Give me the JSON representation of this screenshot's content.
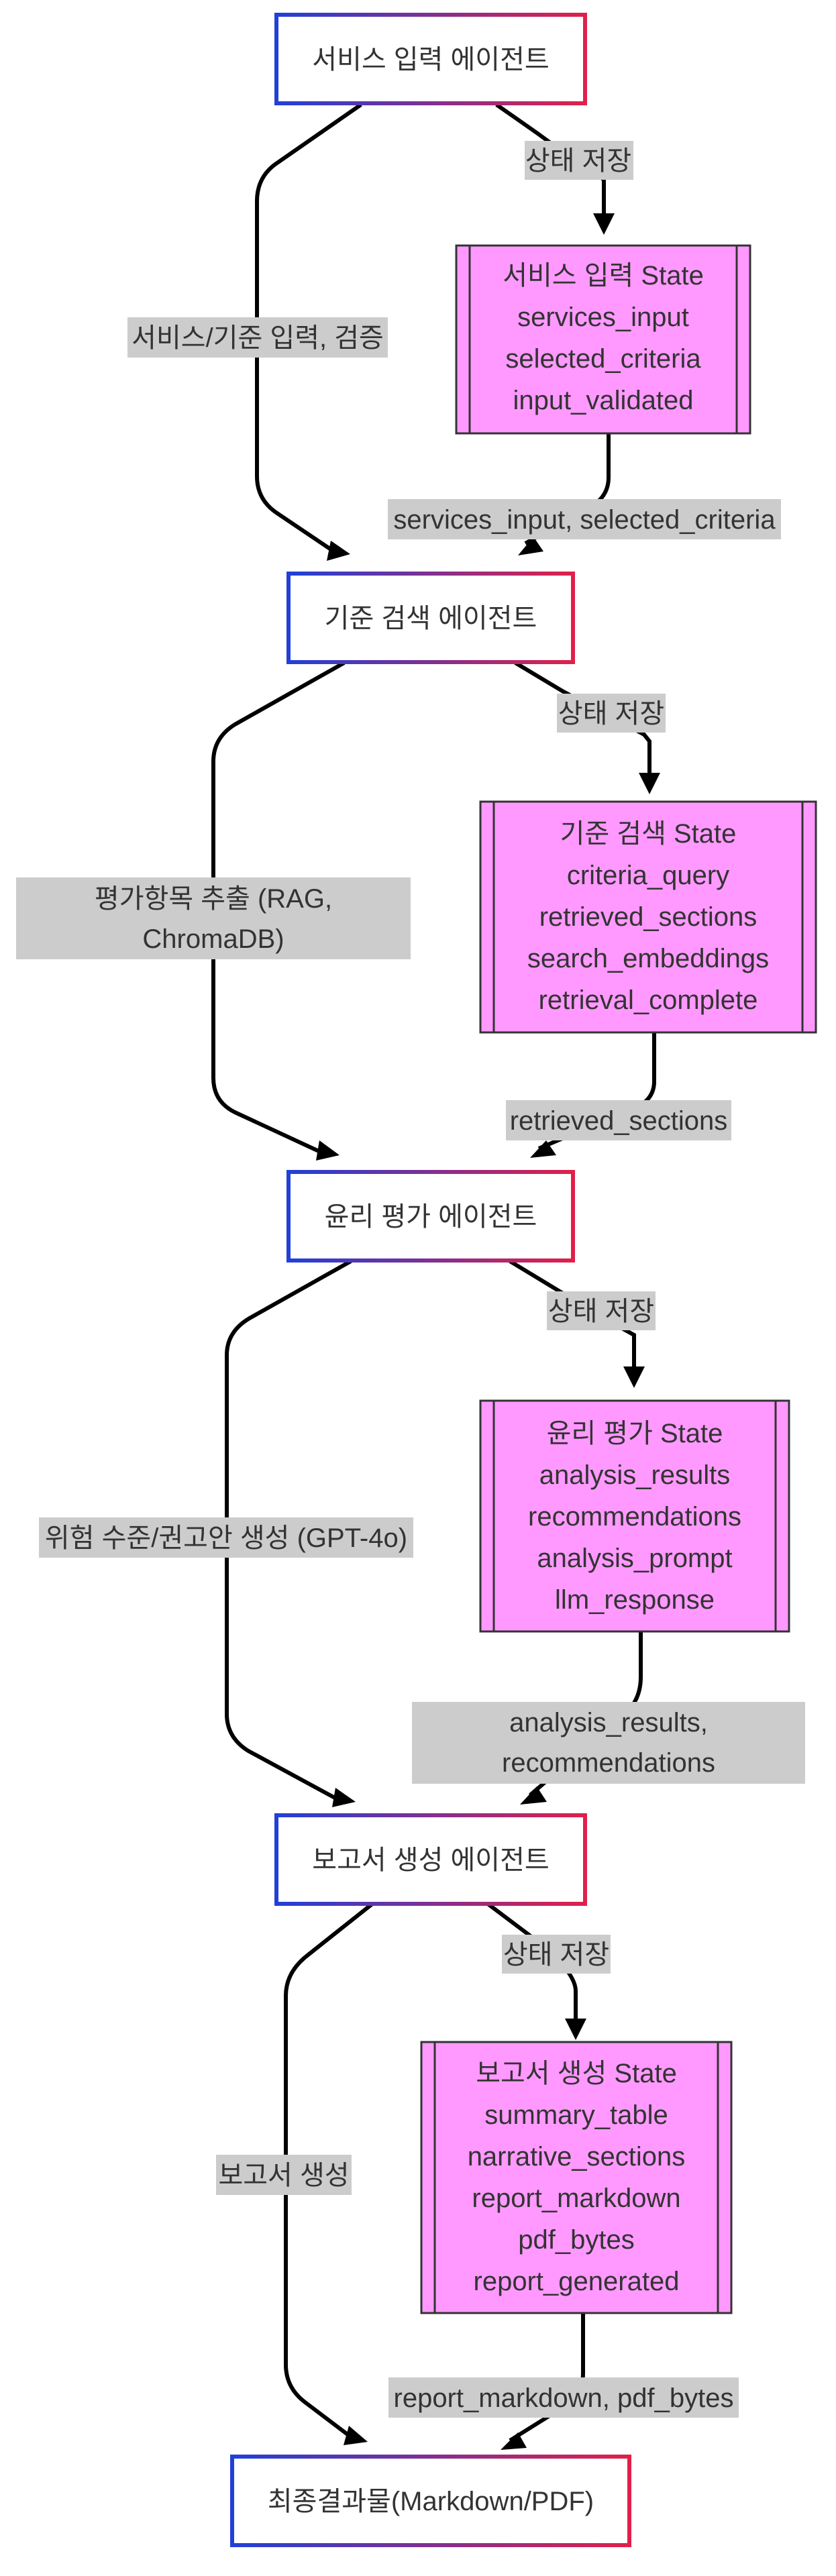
{
  "colors": {
    "agent_gradient_start": "#2040d8",
    "agent_gradient_end": "#e0204a",
    "state_fill": "#ff99ff",
    "edge_label_bg": "#cccccc",
    "edge": "#000000"
  },
  "agents": {
    "service_input": "서비스 입력 에이전트",
    "criteria_search": "기준 검색 에이전트",
    "ethics_eval": "윤리 평가 에이전트",
    "report_gen": "보고서 생성 에이전트",
    "final_output": "최종결과물(Markdown/PDF)"
  },
  "states": {
    "service_input": [
      "서비스 입력 State",
      "services_input",
      "selected_criteria",
      "input_validated"
    ],
    "criteria_search": [
      "기준 검색 State",
      "criteria_query",
      "retrieved_sections",
      "search_embeddings",
      "retrieval_complete"
    ],
    "ethics_eval": [
      "윤리 평가 State",
      "analysis_results",
      "recommendations",
      "analysis_prompt",
      "llm_response"
    ],
    "report_gen": [
      "보고서 생성 State",
      "summary_table",
      "narrative_sections",
      "report_markdown",
      "pdf_bytes",
      "report_generated"
    ]
  },
  "edges": {
    "save_state_1": [
      "상태 저장"
    ],
    "service_to_criteria": [
      "서비스/기준 입력, 검증"
    ],
    "state1_out": [
      "services_input, selected_criteria"
    ],
    "save_state_2": [
      "상태 저장"
    ],
    "criteria_to_ethics": [
      "평가항목 추출 (RAG,",
      "ChromaDB)"
    ],
    "state2_out": [
      "retrieved_sections"
    ],
    "save_state_3": [
      "상태 저장"
    ],
    "ethics_to_report": [
      "위험 수준/권고안 생성 (GPT-4o)"
    ],
    "state3_out": [
      "analysis_results,",
      "recommendations"
    ],
    "save_state_4": [
      "상태 저장"
    ],
    "report_to_final": [
      "보고서 생성"
    ],
    "state4_out": [
      "report_markdown, pdf_bytes"
    ]
  }
}
